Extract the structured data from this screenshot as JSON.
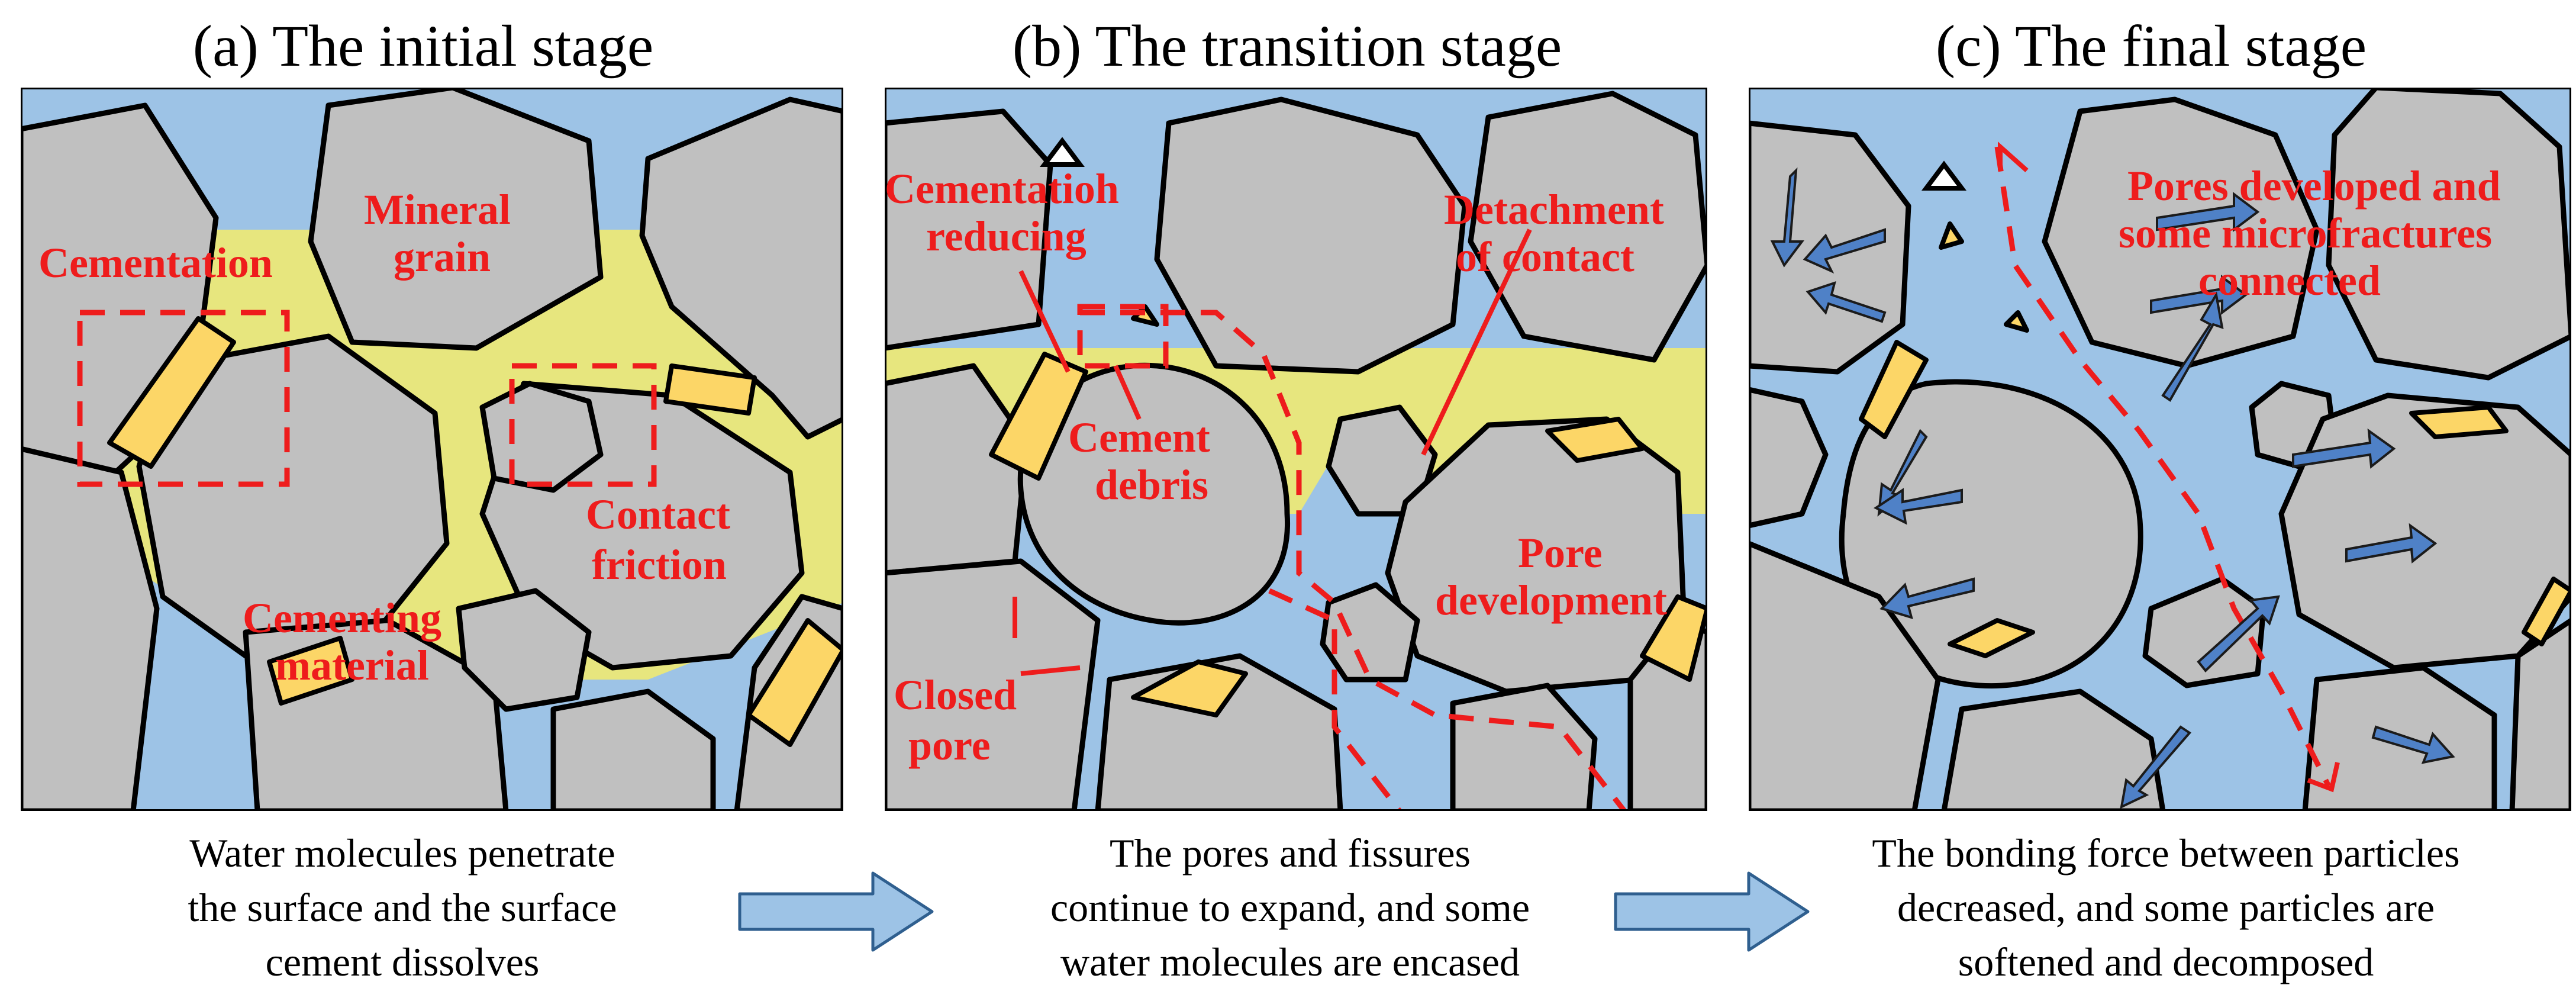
{
  "panels": [
    {
      "title": "(a) The initial stage",
      "labels": {
        "cementation": "Cementation",
        "mineral_line1": "Mineral",
        "mineral_line2": "grain",
        "contact_line1": "Contact",
        "contact_line2": "friction",
        "cementing_line1": "Cementing",
        "cementing_line2": "material"
      },
      "caption": [
        "Water molecules penetrate",
        "the surface and the surface",
        "cement dissolves"
      ]
    },
    {
      "title": "(b) The transition stage",
      "labels": {
        "cem_red_line1": "Cementatioh",
        "cem_red_line2": "reducing",
        "detach_line1": "Detachment",
        "detach_line2": "of contact",
        "debris_line1": "Cement",
        "debris_line2": "debris",
        "pore_line1": "Pore",
        "pore_line2": "development",
        "closed_line1": "Closed",
        "closed_line2": "pore"
      },
      "caption": [
        "The pores and fissures",
        "continue to expand, and some",
        "water molecules are encased"
      ]
    },
    {
      "title": "(c) The final stage",
      "labels": {
        "pores_line1": "Pores developed and",
        "pores_line2": "some microfractures",
        "pores_line3": "connected"
      },
      "caption": [
        "The bonding force between particles",
        "decreased, and some particles are",
        "softened and decomposed"
      ]
    }
  ],
  "colors": {
    "water": "#9dc3e6",
    "cement_zone": "#e7e67e",
    "grain": "#c0c0c0",
    "cement": "#fcd667",
    "label_red": "#ee1c1c",
    "arrow_blue": "#4f81c7",
    "flow_arrow": "#9dc3e6"
  },
  "icons": [
    "arrow-right-icon",
    "arrow-right-icon"
  ]
}
